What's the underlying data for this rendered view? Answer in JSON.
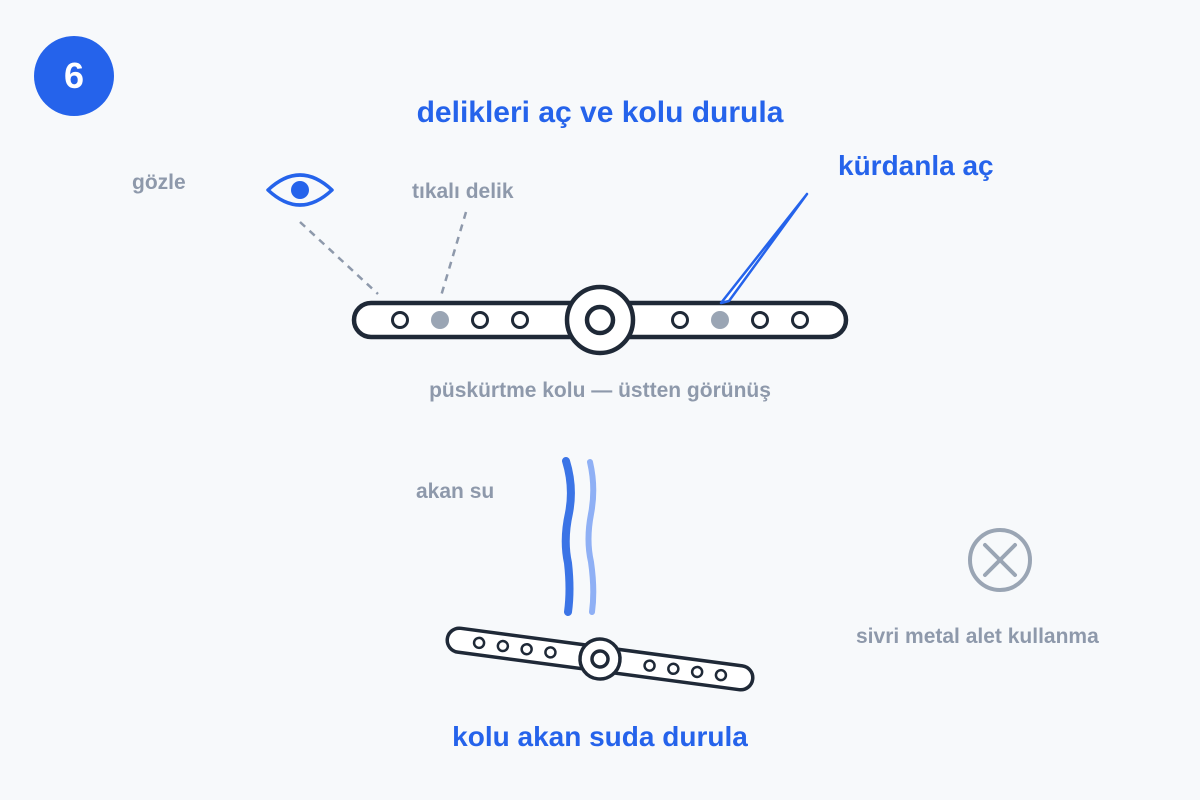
{
  "step": {
    "number": "6"
  },
  "title": "delikleri aç ve kolu durula",
  "labels": {
    "eye": "gözle",
    "clogged_hole": "tıkalı delik",
    "toothpick": "kürdanla aç",
    "arm_caption": "püskürtme kolu — üstten görünüş",
    "running_water": "akan su",
    "warning": "sivri metal alet kullanma",
    "bottom_caption": "kolu akan suda durula"
  },
  "icons": {
    "eye": "eye-icon",
    "toothpick": "toothpick-icon",
    "warning": "x-circle-icon"
  },
  "colors": {
    "accent": "#2563eb",
    "accent_light": "#8fb0f5",
    "outline": "#1f2937",
    "muted": "#8e99ab",
    "clogged": "#9aa5b4"
  }
}
